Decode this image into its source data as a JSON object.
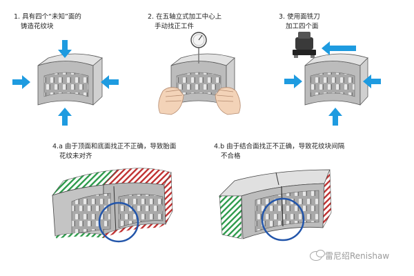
{
  "steps": [
    {
      "line1": "1. 具有四个“未知”面的",
      "line2": "铸造花纹块"
    },
    {
      "line1": "2. 在五轴立式加工中心上",
      "line2": "手动找正工件"
    },
    {
      "line1": "3. 使用面铣刀",
      "line2": "加工四个面"
    },
    {
      "line1": "4.a 由于顶面和底面找正不正确，导致胎面",
      "line2": "花纹未对齐"
    },
    {
      "line1": "4.b 由于结合面找正不正确，导致花纹块间隔",
      "line2": "不合格"
    }
  ],
  "watermark": "雷尼绍Renishaw",
  "colors": {
    "arrow": "#1e9be0",
    "block_front": "#bcbcbc",
    "block_top": "#dcdcdc",
    "tread": "#8c8c8c",
    "green_hatch": "#2c9a4a",
    "red_hatch": "#c03030",
    "circle": "#2255aa"
  },
  "icons": [
    "arrow-icon",
    "dial-gauge-icon",
    "hand-icon",
    "face-mill-icon",
    "wechat-icon"
  ]
}
